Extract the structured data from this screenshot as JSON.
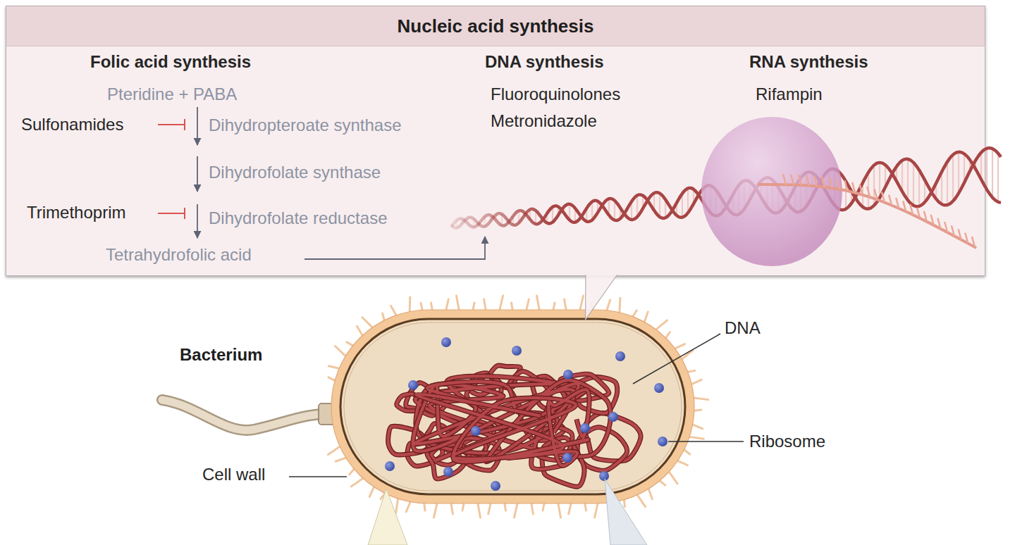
{
  "diagram": {
    "nodes": [
      {
        "text": [
          "Nucleic acid synthesis"
        ]
      },
      {
        "text": [
          "Bacterium"
        ]
      }
    ],
    "edges": [
      {
        "from": 1,
        "to": 0,
        "arrow": "none"
      }
    ],
    "labels": [
      "Folic acid synthesis",
      "DNA synthesis",
      "RNA synthesis",
      "Pteridine + PABA",
      "Sulfonamides",
      "Dihydropteroate synthase",
      "Dihydrofolate synthase",
      "Trimethoprim",
      "Dihydrofolate reductase",
      "Tetrahydrofolic acid",
      "Fluoroquinolones",
      "Metronidazole",
      "Rifampin",
      "DNA",
      "Ribosome",
      "Cell wall"
    ]
  }
}
